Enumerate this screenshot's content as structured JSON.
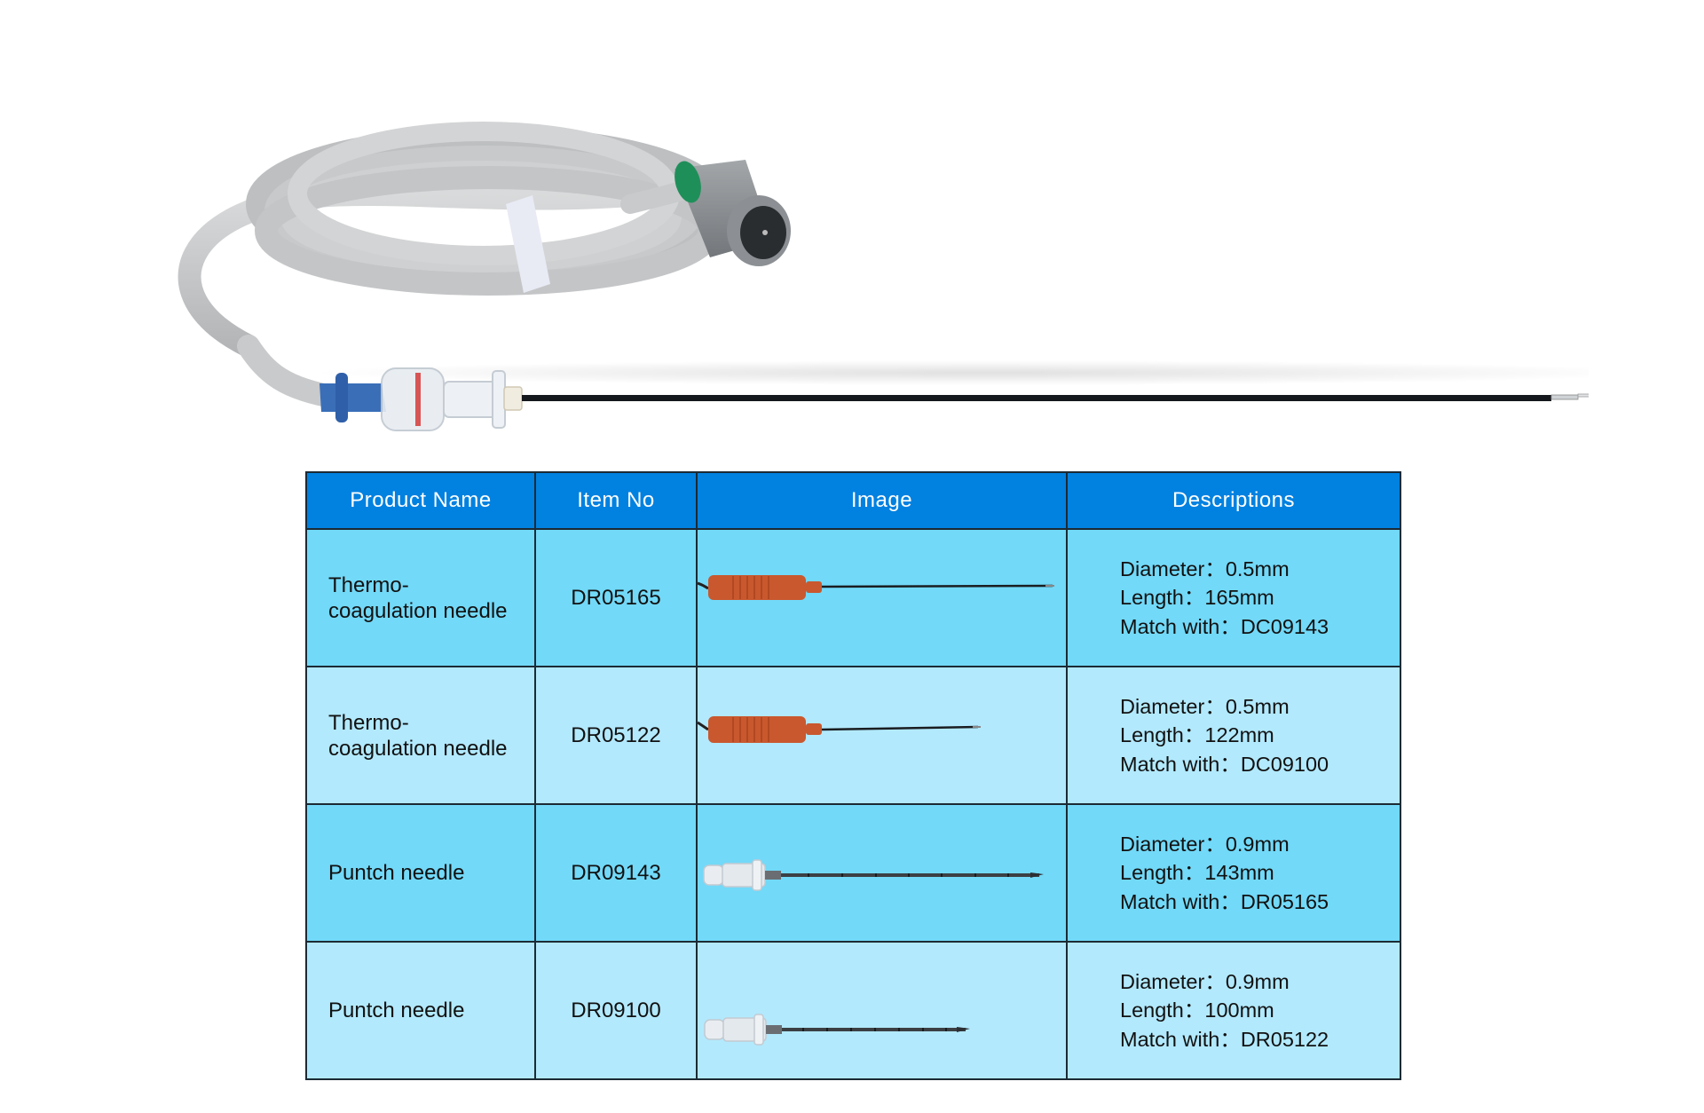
{
  "hero_image": {
    "description": "Gray coiled cable with connector, transparent hub and long black electrode needle",
    "colors": {
      "cable": "#c9cacb",
      "connector": "#8f9396",
      "connector_ring": "#1f8f5a",
      "hub_blue": "#3a6fb8",
      "needle": "#15181c"
    }
  },
  "table": {
    "headers": [
      "Product Name",
      "Item No",
      "Image",
      "Descriptions"
    ],
    "header_color": "#0181e0",
    "row_colors": [
      "#72d9f8",
      "#b2e9fd"
    ],
    "rows": [
      {
        "name_line1": "Thermo-",
        "name_line2": "coagulation needle",
        "item_no": "DR05165",
        "image": "thermocoagulation-needle-165mm",
        "desc": {
          "diameter": "Diameter：0.5mm",
          "length": "Length：165mm",
          "match": "Match with：DC09143"
        }
      },
      {
        "name_line1": "Thermo-",
        "name_line2": "coagulation needle",
        "item_no": "DR05122",
        "image": "thermocoagulation-needle-122mm",
        "desc": {
          "diameter": "Diameter：0.5mm",
          "length": "Length：122mm",
          "match": "Match with：DC09100"
        }
      },
      {
        "name_line1": "Puntch needle",
        "name_line2": "",
        "item_no": "DR09143",
        "image": "puncture-needle-143mm",
        "desc": {
          "diameter": "Diameter：0.9mm",
          "length": "Length：143mm",
          "match": "Match with：DR05165"
        }
      },
      {
        "name_line1": "Puntch needle",
        "name_line2": "",
        "item_no": "DR09100",
        "image": "puncture-needle-100mm",
        "desc": {
          "diameter": "Diameter：0.9mm",
          "length": "Length：100mm",
          "match": "Match with：DR05122"
        }
      }
    ]
  }
}
